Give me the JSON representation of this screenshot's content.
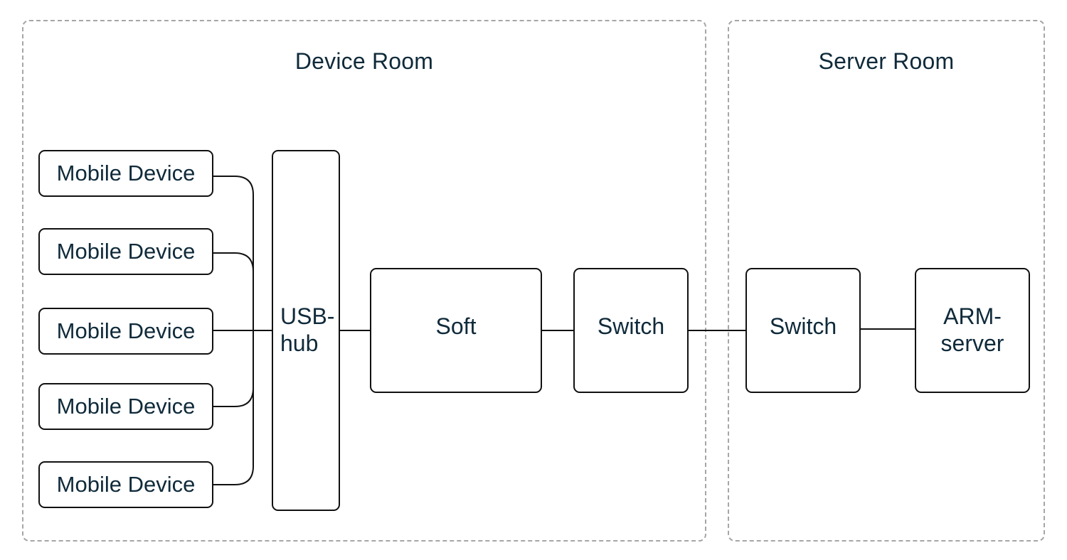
{
  "rooms": {
    "device_room": {
      "title": "Device Room"
    },
    "server_room": {
      "title": "Server Room"
    }
  },
  "nodes": {
    "mobile_devices": [
      {
        "label": "Mobile Device"
      },
      {
        "label": "Mobile Device"
      },
      {
        "label": "Mobile Device"
      },
      {
        "label": "Mobile Device"
      },
      {
        "label": "Mobile Device"
      }
    ],
    "usb_hub": {
      "line1": "USB-",
      "line2": "hub"
    },
    "soft": {
      "label": "Soft"
    },
    "switch_device_room": {
      "label": "Switch"
    },
    "switch_server_room": {
      "label": "Switch"
    },
    "arm_server": {
      "line1": "ARM-",
      "line2": "server"
    }
  }
}
